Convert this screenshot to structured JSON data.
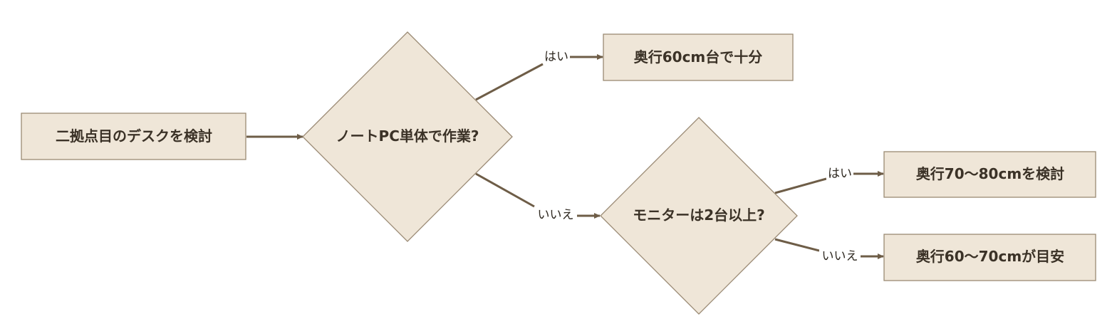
{
  "colors": {
    "node_fill": "#efe6d8",
    "node_stroke": "#9a8a74",
    "edge": "#6e5d47",
    "text": "#3b3227"
  },
  "nodes": {
    "start": "二拠点目のデスクを検討",
    "q1": "ノートPC単体で作業?",
    "r1": "奥行60cm台で十分",
    "q2": "モニターは2台以上?",
    "r2": "奥行70～80cmを検討",
    "r3": "奥行60～70cmが目安"
  },
  "edges": {
    "q1_yes": "はい",
    "q1_no": "いいえ",
    "q2_yes": "はい",
    "q2_no": "いいえ"
  }
}
